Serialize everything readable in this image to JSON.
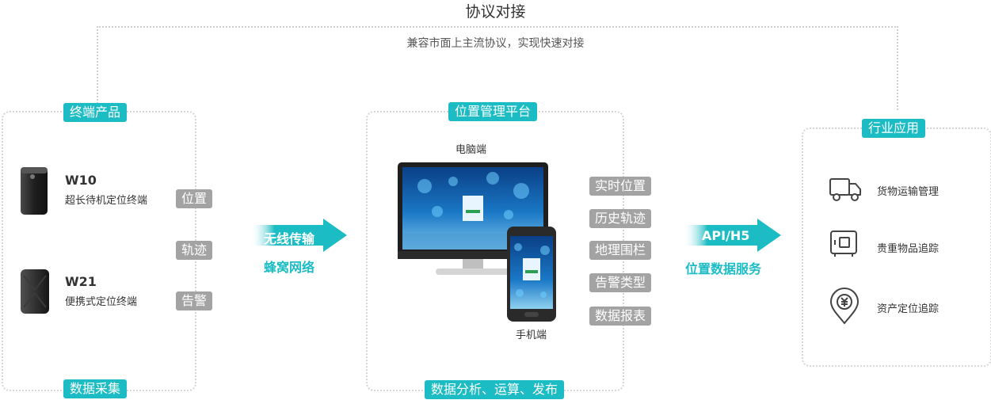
{
  "header": {
    "title": "协议对接",
    "subtitle": "兼容市面上主流协议，实现快速对接"
  },
  "terminal_panel": {
    "tag": "终端产品",
    "footer_tag": "数据采集",
    "devices": [
      {
        "name": "W10",
        "desc": "超长待机定位终端"
      },
      {
        "name": "W21",
        "desc": "便携式定位终端"
      }
    ],
    "features": [
      "位置",
      "轨迹",
      "告警"
    ]
  },
  "transfer_arrow": {
    "label": "无线传输",
    "caption": "蜂窝网络"
  },
  "platform_panel": {
    "tag": "位置管理平台",
    "footer_tag": "数据分析、运算、发布",
    "pc_label": "电脑端",
    "mobile_label": "手机端",
    "features": [
      "实时位置",
      "历史轨迹",
      "地理围栏",
      "告警类型",
      "数据报表"
    ]
  },
  "api_arrow": {
    "label": "API/H5",
    "caption": "位置数据服务"
  },
  "industry_panel": {
    "tag": "行业应用",
    "items": [
      {
        "icon": "truck-icon",
        "label": "货物运输管理"
      },
      {
        "icon": "safe-icon",
        "label": "贵重物品追踪"
      },
      {
        "icon": "location-pin-icon",
        "label": "资产定位追踪"
      }
    ]
  },
  "colors": {
    "accent": "#1cbcc4",
    "feature_tag": "#a3a3a3"
  }
}
